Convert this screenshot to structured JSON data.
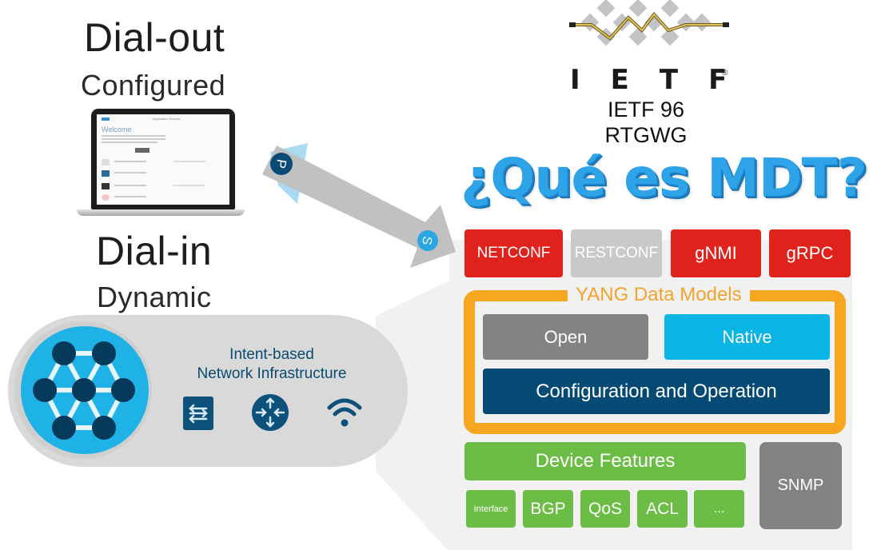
{
  "left": {
    "dial_out": {
      "title": "Dial-out",
      "subtitle": "Configured"
    },
    "dial_in": {
      "title": "Dial-in",
      "subtitle": "Dynamic"
    }
  },
  "laptop": {
    "screen_header": "Application Hosting",
    "screen_title": "Welcome"
  },
  "arrow": {
    "publish_badge": "P",
    "subscribe_badge": "S"
  },
  "ietf": {
    "letters": "IETF",
    "registered": "®",
    "line1": "IETF 96",
    "line2": "RTGWG"
  },
  "title": "¿Qué es MDT?",
  "protocols": [
    {
      "label": "NETCONF",
      "color": "#e0221c"
    },
    {
      "label": "RESTCONF",
      "color": "#c9c9c9"
    },
    {
      "label": "gNMI",
      "color": "#e0221c"
    },
    {
      "label": "gRPC",
      "color": "#e0221c"
    }
  ],
  "yang": {
    "label": "YANG Data Models",
    "open": "Open",
    "native": "Native",
    "config_op": "Configuration and Operation"
  },
  "device": {
    "label": "Device Features",
    "features": [
      "Interface",
      "BGP",
      "QoS",
      "ACL",
      "..."
    ],
    "snmp": "SNMP"
  },
  "network": {
    "line1": "Intent-based",
    "line2": "Network Infrastructure",
    "icons": [
      "switch-icon",
      "router-icon",
      "wifi-icon"
    ]
  },
  "colors": {
    "accent_blue": "#2fa3e8",
    "red": "#e0221c",
    "orange": "#f7a61f",
    "green": "#6cbd45",
    "navy": "#054a75",
    "cyan": "#08b5e5"
  }
}
